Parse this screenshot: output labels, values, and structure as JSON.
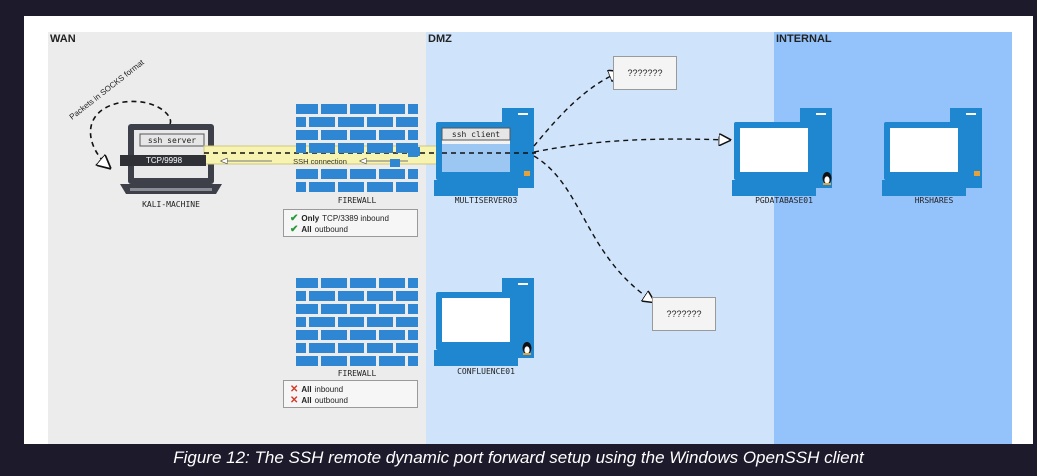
{
  "zones": {
    "wan": "WAN",
    "dmz": "DMZ",
    "internal": "INTERNAL"
  },
  "hosts": {
    "kali": "KALI-MACHINE",
    "multiserver": "MULTISERVER03",
    "pgdatabase": "PGDATABASE01",
    "hrshares": "HRSHARES",
    "confluence": "CONFLUENCE01"
  },
  "firewalls": {
    "top": "FIREWALL",
    "bottom": "FIREWALL"
  },
  "labels": {
    "ssh_server": "ssh server",
    "ssh_client": "ssh client",
    "port": "TCP/9998",
    "ssh_connection": "SSH connection",
    "socks": "Packets in SOCKS format",
    "unknown_top": "???????",
    "unknown_bottom": "???????"
  },
  "rules_top": [
    {
      "bold": "Only",
      "text": "TCP/3389 inbound"
    },
    {
      "bold": "All",
      "text": "outbound"
    }
  ],
  "rules_bottom": [
    {
      "bold": "All",
      "text": "inbound"
    },
    {
      "bold": "All",
      "text": "outbound"
    }
  ],
  "colors": {
    "wan": "#ececec",
    "dmz": "#cfe3fb",
    "internal": "#94c3fb",
    "firewall": "#2f86d2",
    "host_blue": "#1f86d0",
    "tunnel": "#f7f3b0",
    "allow": "#2a9a3a",
    "deny": "#d23a2a"
  },
  "caption": "Figure 12: The SSH remote dynamic port forward setup using the Windows OpenSSH client"
}
